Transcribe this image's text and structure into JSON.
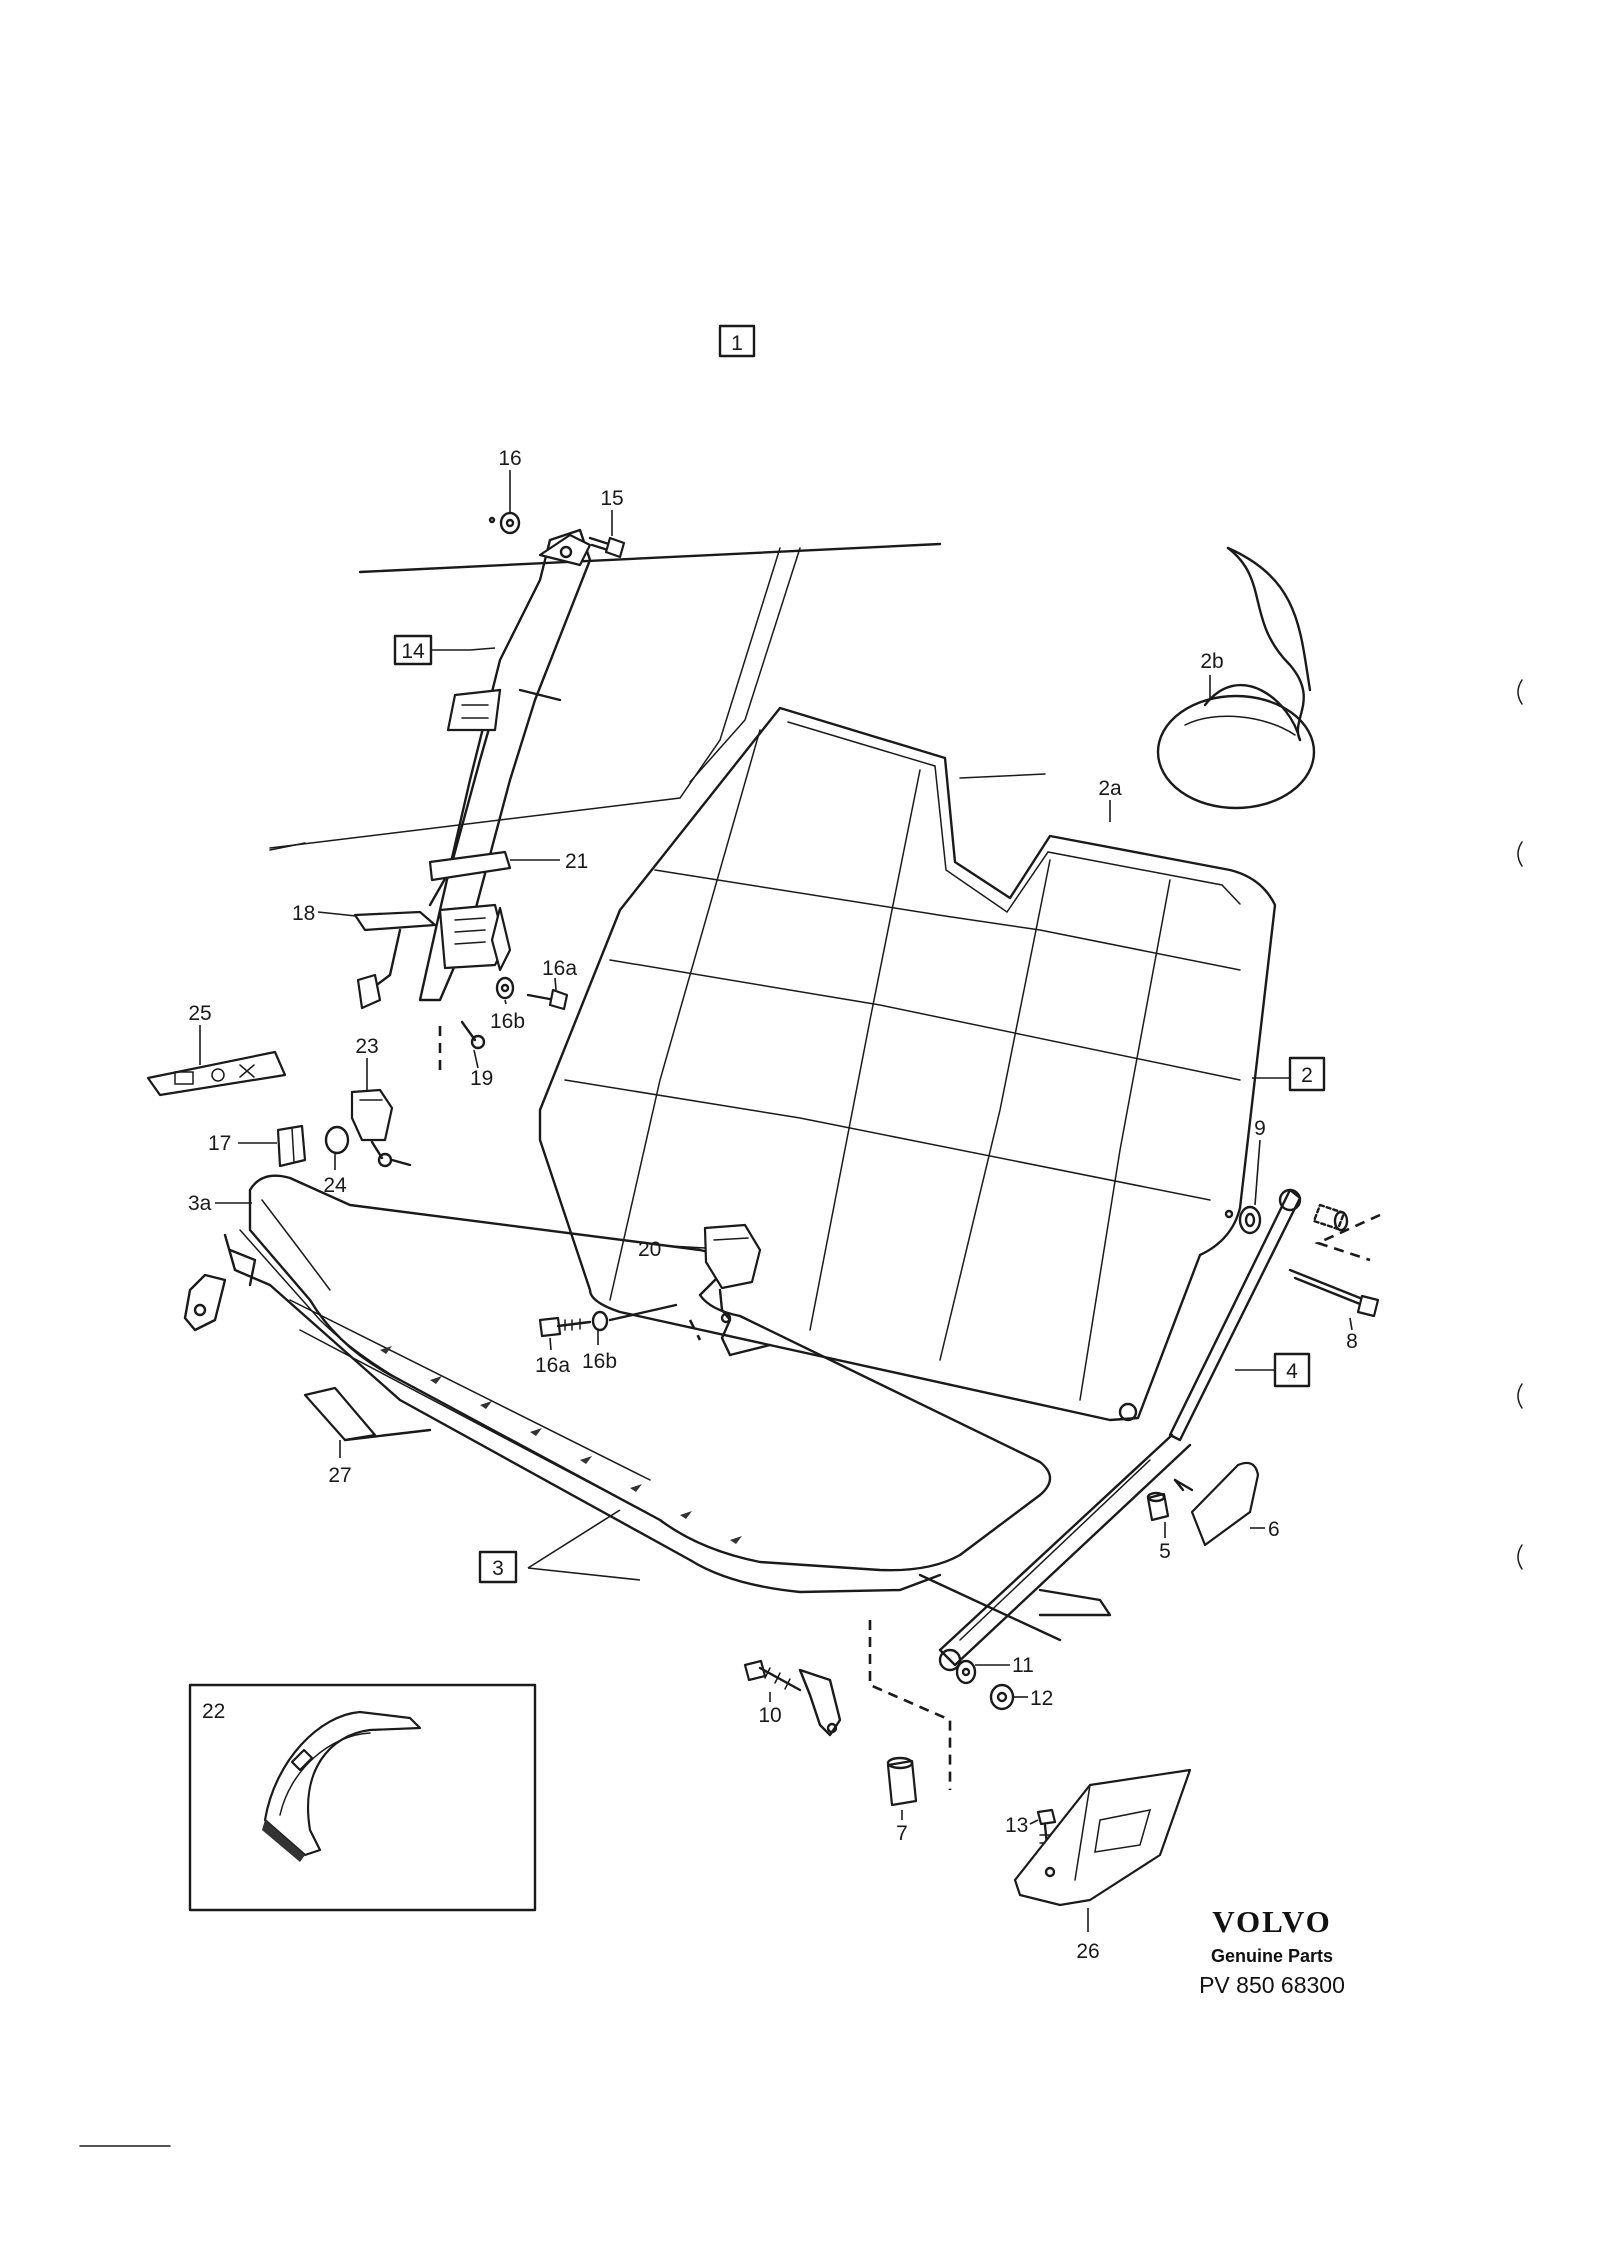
{
  "diagram": {
    "group_number": "1",
    "callouts": [
      {
        "id": "c-16-top",
        "text": "16",
        "boxed": false
      },
      {
        "id": "c-15",
        "text": "15",
        "boxed": false
      },
      {
        "id": "c-14",
        "text": "14",
        "boxed": true
      },
      {
        "id": "c-21",
        "text": "21",
        "boxed": false
      },
      {
        "id": "c-18",
        "text": "18",
        "boxed": false
      },
      {
        "id": "c-16a-upper",
        "text": "16a",
        "boxed": false
      },
      {
        "id": "c-16b-upper",
        "text": "16b",
        "boxed": false
      },
      {
        "id": "c-19",
        "text": "19",
        "boxed": false
      },
      {
        "id": "c-25",
        "text": "25",
        "boxed": false
      },
      {
        "id": "c-23",
        "text": "23",
        "boxed": false
      },
      {
        "id": "c-17",
        "text": "17",
        "boxed": false
      },
      {
        "id": "c-24",
        "text": "24",
        "boxed": false
      },
      {
        "id": "c-3a",
        "text": "3a",
        "boxed": false
      },
      {
        "id": "c-20",
        "text": "20",
        "boxed": false
      },
      {
        "id": "c-16a-lower",
        "text": "16a",
        "boxed": false
      },
      {
        "id": "c-16b-lower",
        "text": "16b",
        "boxed": false
      },
      {
        "id": "c-27",
        "text": "27",
        "boxed": false
      },
      {
        "id": "c-3",
        "text": "3",
        "boxed": true
      },
      {
        "id": "c-2b",
        "text": "2b",
        "boxed": false
      },
      {
        "id": "c-2a",
        "text": "2a",
        "boxed": false
      },
      {
        "id": "c-2",
        "text": "2",
        "boxed": true
      },
      {
        "id": "c-9",
        "text": "9",
        "boxed": false
      },
      {
        "id": "c-8",
        "text": "8",
        "boxed": false
      },
      {
        "id": "c-4",
        "text": "4",
        "boxed": true
      },
      {
        "id": "c-6",
        "text": "6",
        "boxed": false
      },
      {
        "id": "c-5",
        "text": "5",
        "boxed": false
      },
      {
        "id": "c-11",
        "text": "11",
        "boxed": false
      },
      {
        "id": "c-12",
        "text": "12",
        "boxed": false
      },
      {
        "id": "c-10",
        "text": "10",
        "boxed": false
      },
      {
        "id": "c-7",
        "text": "7",
        "boxed": false
      },
      {
        "id": "c-13",
        "text": "13",
        "boxed": false
      },
      {
        "id": "c-26",
        "text": "26",
        "boxed": false
      },
      {
        "id": "c-22",
        "text": "22",
        "boxed": false
      }
    ]
  },
  "footer": {
    "brand": "VOLVO",
    "tagline": "Genuine Parts",
    "part_number": "PV 850 68300"
  }
}
